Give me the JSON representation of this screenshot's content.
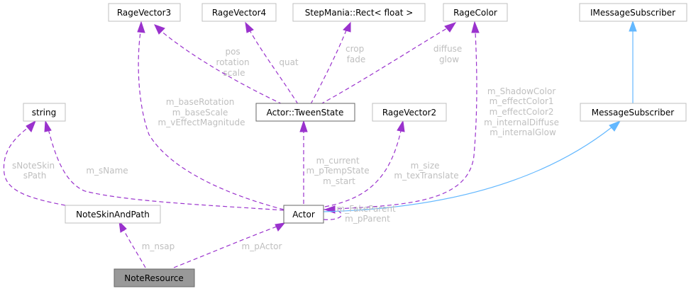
{
  "diagram": {
    "title": "NoteResource collaboration graph",
    "colors": {
      "member_edge": "#9a32cd",
      "inheritance_edge": "#63b8ff",
      "label_text": "#bfbfbf",
      "focus_node_fill": "#999999"
    },
    "nodes": {
      "ragevector3": "RageVector3",
      "ragevector4": "RageVector4",
      "rect_float": "StepMania::Rect< float >",
      "ragecolor": "RageColor",
      "imessagesubscriber": "IMessageSubscriber",
      "string": "string",
      "tweenstate": "Actor::TweenState",
      "ragevector2": "RageVector2",
      "messagesubscriber": "MessageSubscriber",
      "noteskinandpath": "NoteSkinAndPath",
      "actor": "Actor",
      "noteresource": "NoteResource"
    },
    "edge_labels": {
      "tween_rv3": [
        "pos",
        "rotation",
        "scale"
      ],
      "tween_rv4": [
        "quat"
      ],
      "tween_rect": [
        "crop",
        "fade"
      ],
      "tween_color": [
        "diffuse",
        "glow"
      ],
      "actor_rv3": [
        "m_baseRotation",
        "m_baseScale",
        "m_vEffectMagnitude"
      ],
      "actor_color": [
        "m_ShadowColor",
        "m_effectColor1",
        "m_effectColor2",
        "m_internalDiffuse",
        "m_internalGlow"
      ],
      "nsap_string": [
        "sNoteSkin",
        "sPath"
      ],
      "actor_string": [
        "m_sName"
      ],
      "actor_tween": [
        "m_current",
        "m_pTempState",
        "m_start"
      ],
      "actor_rv2": [
        "m_size",
        "m_texTranslate"
      ],
      "actor_self": [
        "m_FakeParent",
        "m_pParent"
      ],
      "nr_nsap": [
        "m_nsap"
      ],
      "nr_actor": [
        "m_pActor"
      ]
    }
  }
}
